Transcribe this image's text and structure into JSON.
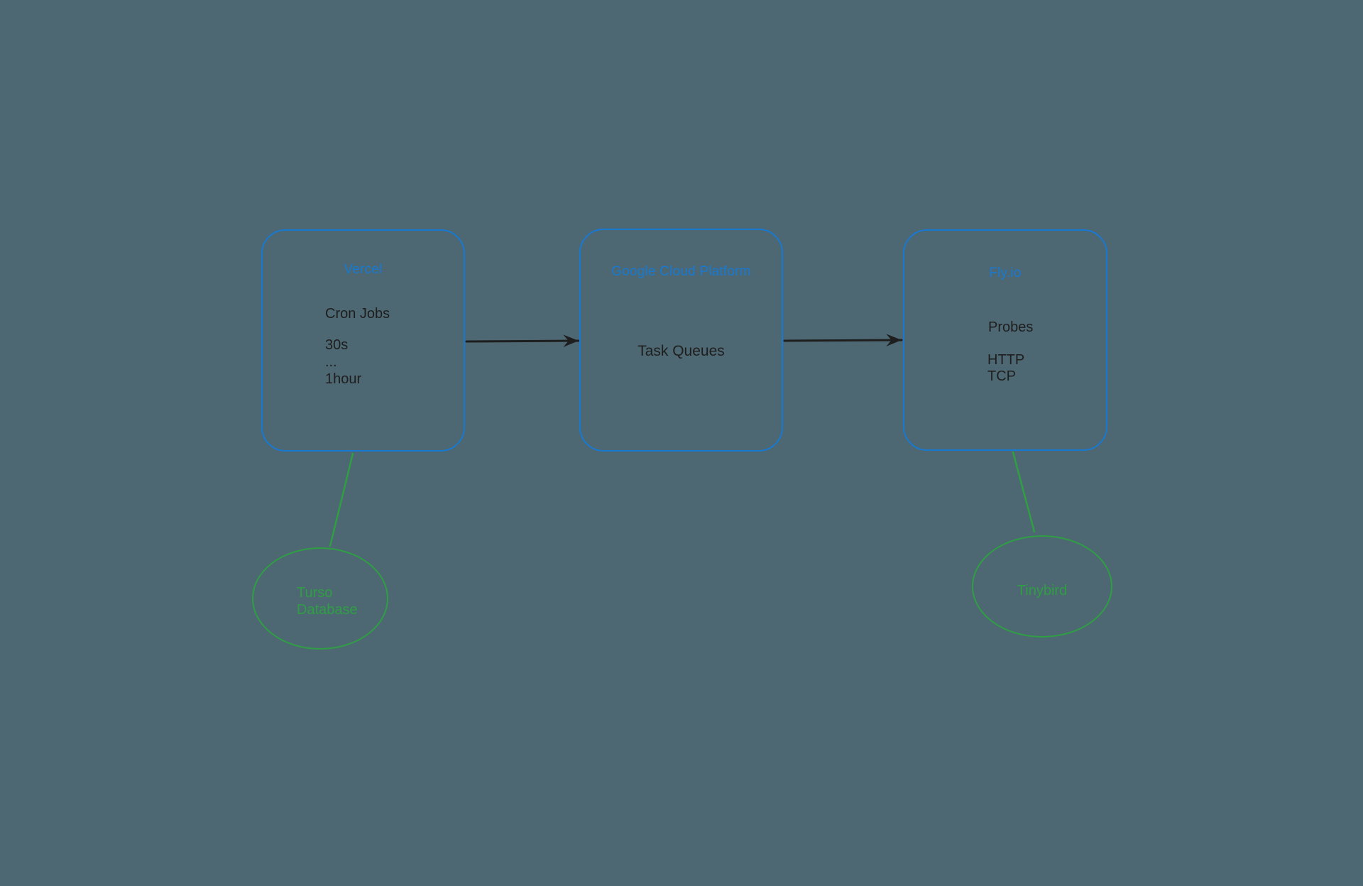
{
  "colors": {
    "bg": "#4d6872",
    "blue": "#1879d2",
    "green": "#2f9e44",
    "ink": "#1e1e1e"
  },
  "nodes": {
    "vercel": {
      "title": "Vercel",
      "label": "Cron Jobs",
      "items": [
        "30s",
        "...",
        "1hour"
      ]
    },
    "gcp": {
      "title": "Google Cloud Platform",
      "label": "Task Queues"
    },
    "flyio": {
      "title": "Fly.io",
      "label": "Probes",
      "items": [
        "HTTP",
        "TCP"
      ]
    },
    "turso": {
      "lines": [
        "Turso",
        "Database"
      ]
    },
    "tinybird": {
      "label": "Tinybird"
    }
  }
}
